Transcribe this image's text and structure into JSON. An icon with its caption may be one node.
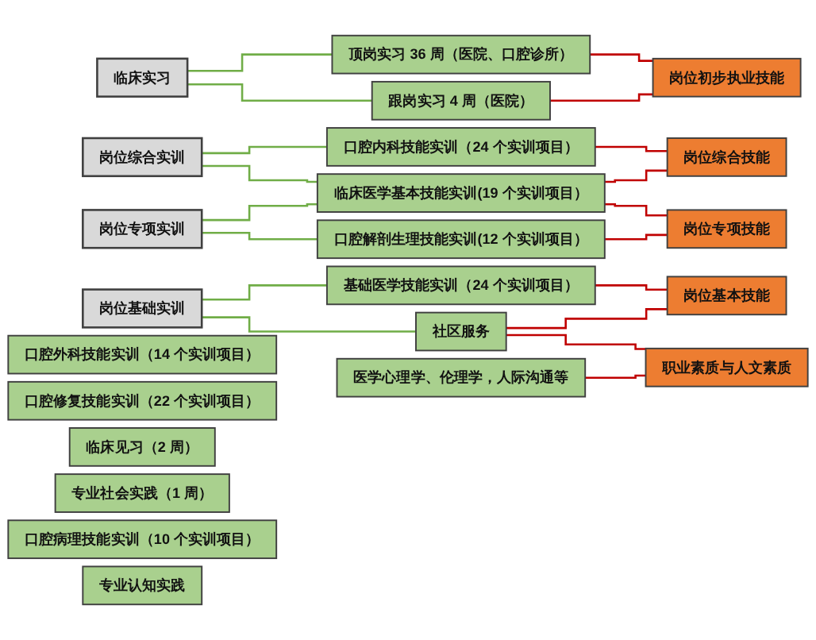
{
  "diagram": {
    "nodes": [
      {
        "text": [
          "临床实习"
        ]
      },
      {
        "text": [
          "岗位综合实训"
        ]
      },
      {
        "text": [
          "岗位专项实训"
        ]
      },
      {
        "text": [
          "岗位基础实训"
        ]
      },
      {
        "text": [
          "顶岗实习 36 周（医院、口腔诊所）"
        ]
      },
      {
        "text": [
          "跟岗实习 4 周（医院）"
        ]
      },
      {
        "text": [
          "口腔内科技能实训（24 个实训项目）"
        ]
      },
      {
        "text": [
          "口腔外科技能实训（14 个实训项目）"
        ]
      },
      {
        "text": [
          "口腔修复技能实训（22 个实训项目）"
        ]
      },
      {
        "text": [
          "临床医学基本技能实训(19 个实训项目）"
        ]
      },
      {
        "text": [
          "临床见习（2 周）"
        ]
      },
      {
        "text": [
          "专业社会实践（1 周）"
        ]
      },
      {
        "text": [
          "口腔病理技能实训（10 个实训项目）"
        ]
      },
      {
        "text": [
          "口腔解剖生理技能实训(12 个实训项目）"
        ]
      },
      {
        "text": [
          "基础医学技能实训（24 个实训项目）"
        ]
      },
      {
        "text": [
          "专业认知实践"
        ]
      },
      {
        "text": [
          "社区服务"
        ]
      },
      {
        "text": [
          "医学心理学、伦理学，人际沟通等"
        ]
      },
      {
        "text": [
          "岗位初步执业技能"
        ]
      },
      {
        "text": [
          "岗位综合技能"
        ]
      },
      {
        "text": [
          "岗位专项技能"
        ]
      },
      {
        "text": [
          "岗位基本技能"
        ]
      },
      {
        "text": [
          "职业素质与人文素质"
        ]
      }
    ],
    "edges": [
      {
        "from": 0,
        "to": 4,
        "arrow": "none",
        "color": "#70ad47"
      },
      {
        "from": 0,
        "to": 5,
        "arrow": "none",
        "color": "#70ad47"
      },
      {
        "from": 1,
        "to": 6,
        "arrow": "none",
        "color": "#70ad47"
      },
      {
        "from": 1,
        "to": 9,
        "arrow": "none",
        "color": "#70ad47"
      },
      {
        "from": 2,
        "to": 9,
        "arrow": "none",
        "color": "#70ad47"
      },
      {
        "from": 2,
        "to": 13,
        "arrow": "none",
        "color": "#70ad47"
      },
      {
        "from": 3,
        "to": 14,
        "arrow": "none",
        "color": "#70ad47"
      },
      {
        "from": 3,
        "to": 16,
        "arrow": "none",
        "color": "#70ad47"
      },
      {
        "from": 4,
        "to": 18,
        "arrow": "none"
      },
      {
        "from": 5,
        "to": 18,
        "arrow": "none"
      },
      {
        "from": 6,
        "to": 19,
        "arrow": "none"
      },
      {
        "from": 9,
        "to": 19,
        "arrow": "none"
      },
      {
        "from": 9,
        "to": 20,
        "arrow": "none"
      },
      {
        "from": 13,
        "to": 20,
        "arrow": "none"
      },
      {
        "from": 14,
        "to": 21,
        "arrow": "none"
      },
      {
        "from": 16,
        "to": 21,
        "arrow": "none"
      },
      {
        "from": 16,
        "to": 22,
        "arrow": "none"
      },
      {
        "from": 17,
        "to": 22,
        "arrow": "none"
      }
    ]
  }
}
